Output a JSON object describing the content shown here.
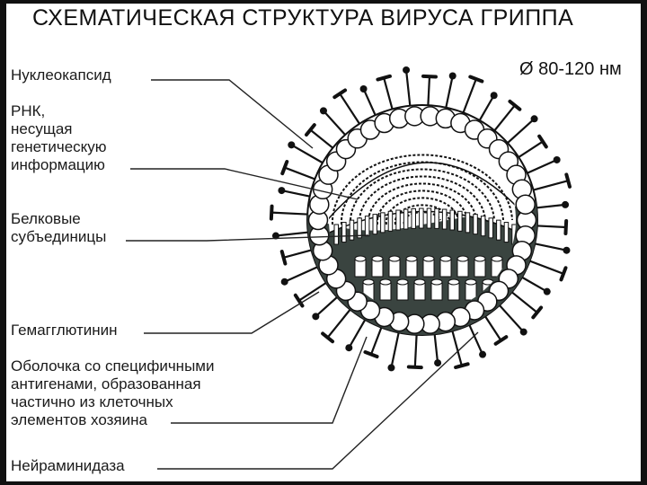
{
  "title": "СХЕМАТИЧЕСКАЯ СТРУКТУРА ВИРУСА ГРИППА",
  "size_label": "Ø  80-120 нм",
  "labels": {
    "nucleocapsid": "Нуклеокапсид",
    "rna": "РНК,\nнесущая\nгенетическую\nинформацию",
    "protein_subunits": "Белковые\nсубъединицы",
    "hemagglutinin": "Гемагглютинин",
    "envelope": "Оболочка со специфичными\nантигенами, образованная\nчастично из клеточных\nэлементов хозяина",
    "neuraminidase": "Нейраминидаза"
  },
  "colors": {
    "ink": "#111111",
    "dark_fill": "#3a4440",
    "background": "#ffffff"
  }
}
